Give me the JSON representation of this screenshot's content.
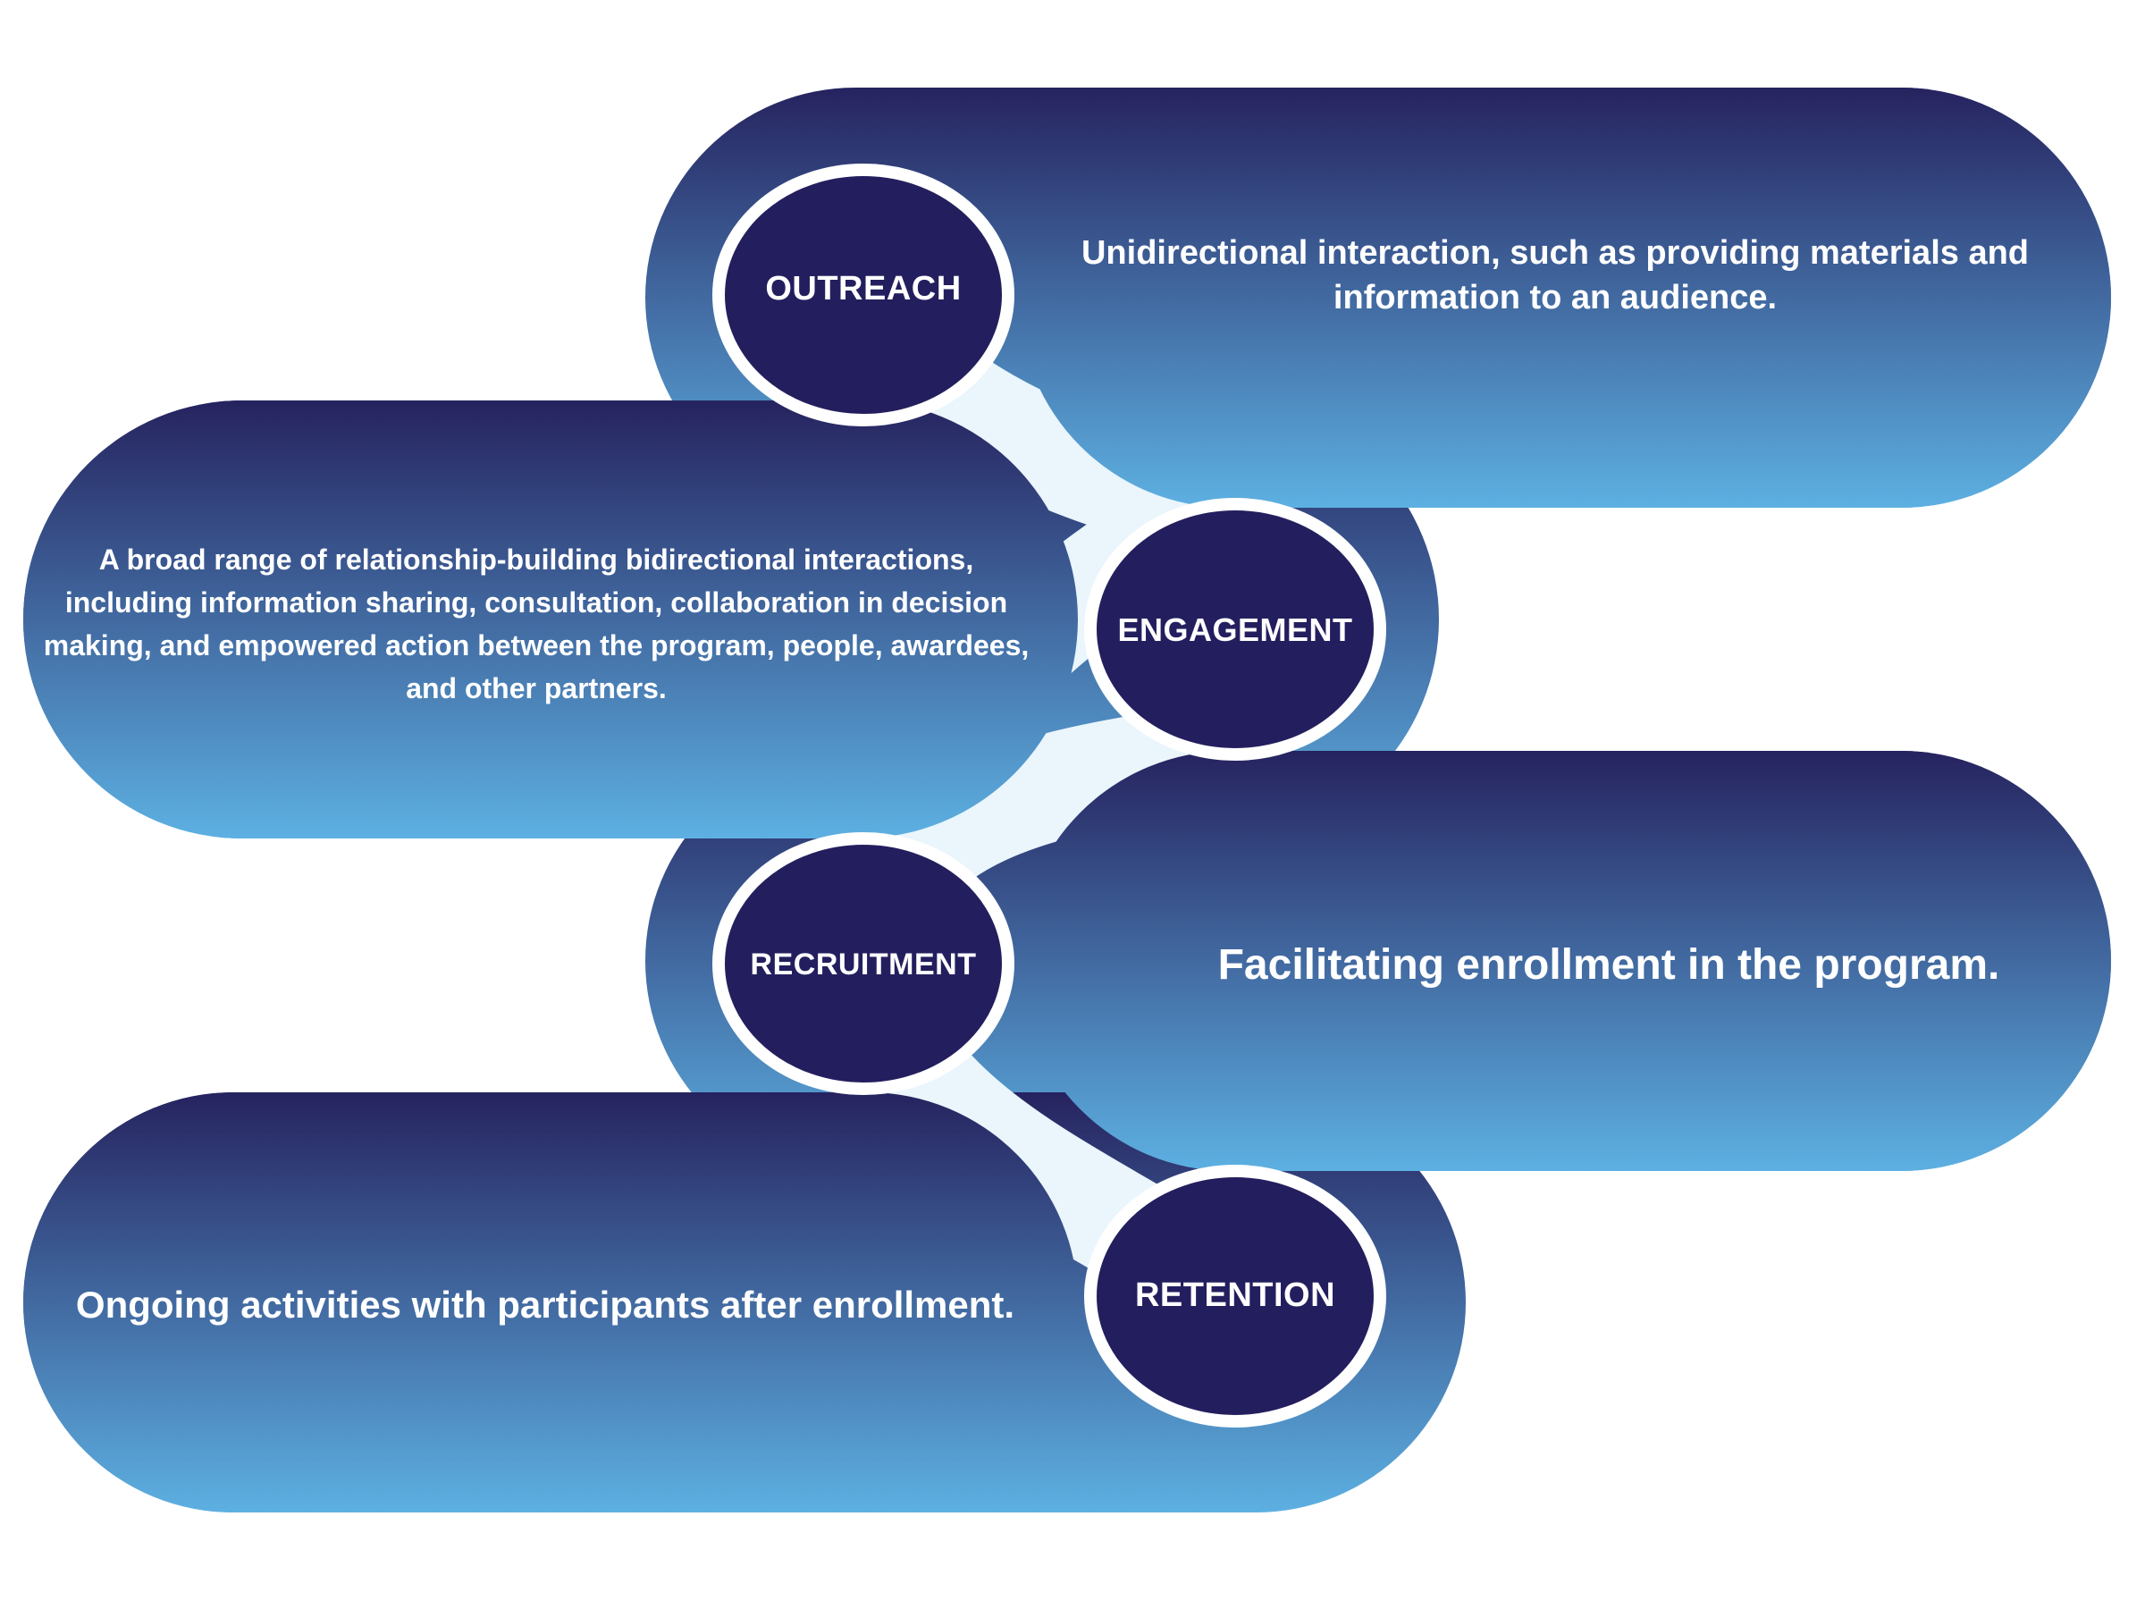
{
  "colors": {
    "band_top": "#26235F",
    "band_bottom": "#5DB0E2",
    "circle_fill": "#231F5E",
    "connector": "#EAF5FC",
    "ring": "#FFFFFF"
  },
  "stages": [
    {
      "label": "OUTREACH",
      "description": "Unidirectional interaction, such as providing materials and information to an audience."
    },
    {
      "label": "ENGAGEMENT",
      "description": "A broad range of relationship-building bidirectional interactions, including information sharing, consultation, collaboration in decision making, and empowered action between the program, people, awardees, and other partners."
    },
    {
      "label": "RECRUITMENT",
      "description": "Facilitating enrollment in the program."
    },
    {
      "label": "RETENTION",
      "description": "Ongoing activities with participants after enrollment."
    }
  ]
}
